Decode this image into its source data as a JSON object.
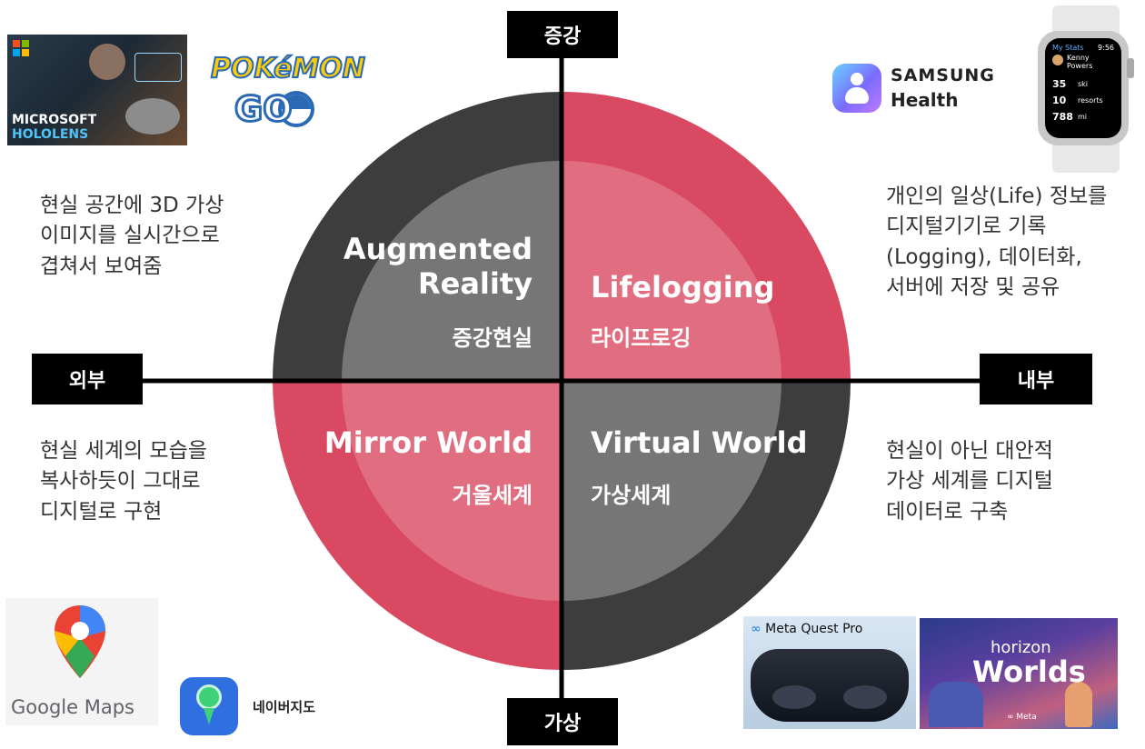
{
  "axes": {
    "top": "증강",
    "bottom": "가상",
    "left": "외부",
    "right": "내부"
  },
  "quadrants": {
    "ar": {
      "title_lines": [
        "Augmented",
        "Reality"
      ],
      "subtitle": "증강현실"
    },
    "lifelogging": {
      "title": "Lifelogging",
      "subtitle": "라이프로깅"
    },
    "mirror": {
      "title": "Mirror World",
      "subtitle": "거울세계"
    },
    "virtual": {
      "title": "Virtual World",
      "subtitle": "가상세계"
    }
  },
  "descriptions": {
    "ar": [
      "현실 공간에 3D 가상",
      "이미지를 실시간으로",
      "겹쳐서 보여줌"
    ],
    "lifelogging": [
      "개인의 일상(Life) 정보를",
      "디지털기기로 기록",
      "(Logging), 데이터화,",
      "서버에 저장 및 공유"
    ],
    "mirror": [
      "현실 세계의 모습을",
      "복사하듯이 그대로",
      "디지털로 구현"
    ],
    "virtual": [
      "현실이 아닌 대안적",
      "가상 세계를 디지털",
      "데이터로 구축"
    ]
  },
  "logos": {
    "hololens": [
      "MICROSOFT",
      "HOLOLENS"
    ],
    "pokemon": [
      "POKéMON",
      "GO"
    ],
    "samsung": [
      "SAMSUNG",
      "Health"
    ],
    "watch": {
      "header": "My Stats",
      "time": "9:56",
      "name": [
        "Kenny",
        "Powers"
      ],
      "rows": [
        [
          "35",
          "ski"
        ],
        [
          "10",
          "resorts"
        ],
        [
          "788",
          "mi"
        ]
      ]
    },
    "google_maps": "Google Maps",
    "naver_map": "네이버지도",
    "meta_quest": "Meta Quest Pro",
    "horizon": [
      "horizon",
      "Worlds"
    ],
    "horizon_meta": "∞ Meta"
  },
  "colors": {
    "dark_outer": "#3d3d3d",
    "dark_inner": "#767676",
    "red_outer": "#d94a62",
    "red_inner": "#e06e80"
  }
}
